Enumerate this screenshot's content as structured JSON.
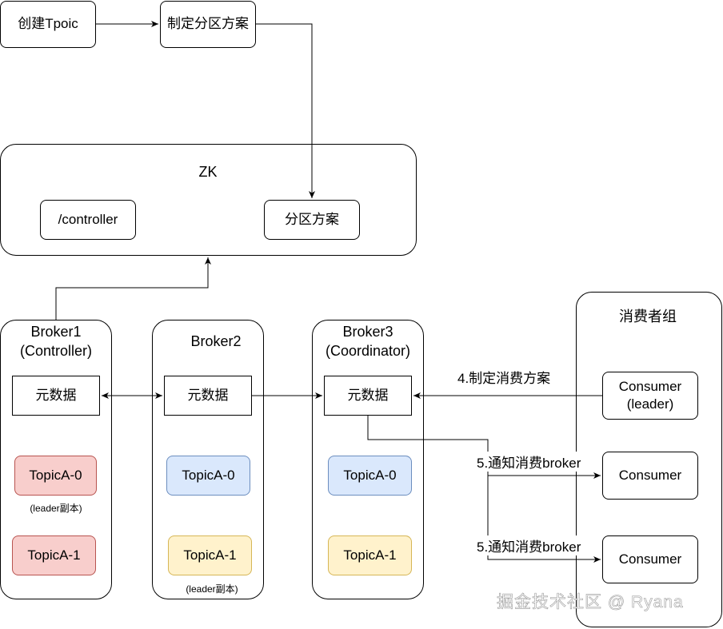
{
  "top": {
    "create_topic": "创建Tpoic",
    "make_partition_plan": "制定分区方案"
  },
  "zk": {
    "title": "ZK",
    "controller_node": "/controller",
    "partition_plan": "分区方案"
  },
  "broker1": {
    "title": "Broker1\n(Controller)",
    "metadata": "元数据",
    "topic_a0": "TopicA-0",
    "leader_note": "(leader副本)",
    "topic_a1": "TopicA-1"
  },
  "broker2": {
    "title": "Broker2",
    "metadata": "元数据",
    "topic_a0": "TopicA-0",
    "topic_a1": "TopicA-1",
    "leader_note": "(leader副本)"
  },
  "broker3": {
    "title": "Broker3\n(Coordinator)",
    "metadata": "元数据",
    "topic_a0": "TopicA-0",
    "topic_a1": "TopicA-1"
  },
  "consumer_group": {
    "title": "消费者组",
    "leader": "Consumer\n(leader)",
    "consumer1": "Consumer",
    "consumer2": "Consumer"
  },
  "edges": {
    "make_consume_plan": "4.制定消费方案",
    "notify_1": "5.通知消费broker",
    "notify_2": "5.通知消费broker"
  },
  "watermark": "掘金技术社区 @ Ryana",
  "colors": {
    "red_fill": "#f8cecc",
    "blue_fill": "#dae8fc",
    "yellow_fill": "#fff2cc"
  }
}
